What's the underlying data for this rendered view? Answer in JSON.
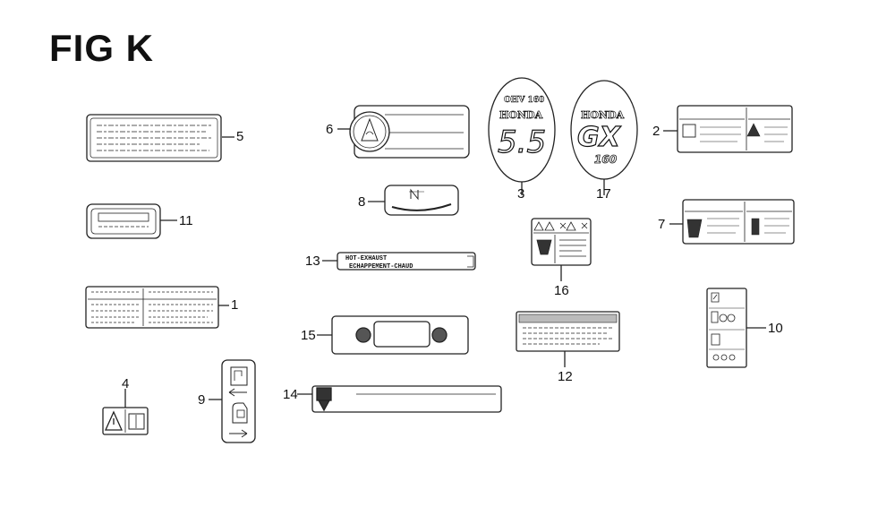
{
  "title": "FIG K",
  "callouts": {
    "n1": "1",
    "n2": "2",
    "n3": "3",
    "n4": "4",
    "n5": "5",
    "n6": "6",
    "n7": "7",
    "n8": "8",
    "n9": "9",
    "n10": "10",
    "n11": "11",
    "n12": "12",
    "n13": "13",
    "n14": "14",
    "n15": "15",
    "n16": "16",
    "n17": "17"
  },
  "labels": {
    "hot_exhaust_line1": "HOT-EXHAUST",
    "hot_exhaust_line2": "ECHAPPEMENT-CHAUD",
    "honda": "HONDA",
    "gx": "GX",
    "gx_model": "160",
    "power": "5.5",
    "engine_text": "OHV 160"
  }
}
